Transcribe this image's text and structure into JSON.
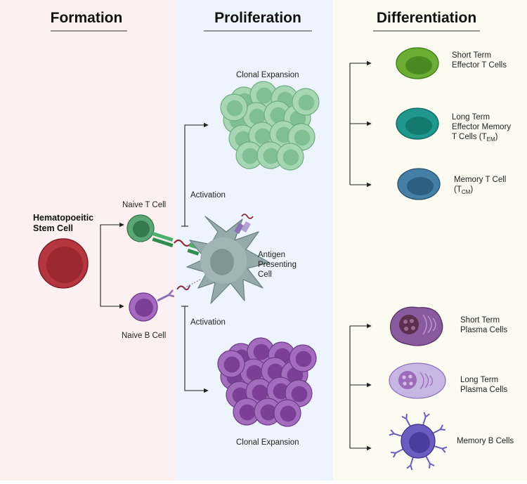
{
  "colors": {
    "formation_bg": "#fdf0f0",
    "proliferation_bg": "#eef4fd",
    "differentiation_bg": "#fbfbf1",
    "t_cell": "#4f9a6a",
    "b_cell": "#9b5cb4",
    "stem_cell": "#b4363f",
    "apc": "#8fa3a3"
  },
  "headers": {
    "formation": "Formation",
    "proliferation": "Proliferation",
    "differentiation": "Differentiation"
  },
  "labels": {
    "stem_cell_line1": "Hematopoeitic",
    "stem_cell_line2": "Stem Cell",
    "naive_t": "Naive T Cell",
    "naive_b": "Naive B Cell",
    "apc_line1": "Antigen",
    "apc_line2": "Presenting",
    "apc_line3": "Cell",
    "activation_top": "Activation",
    "activation_bottom": "Activation",
    "clonal_top": "Clonal Expansion",
    "clonal_bottom": "Clonal Expansion",
    "short_effector_line1": "Short Term",
    "short_effector_line2": "Effector T Cells",
    "long_effector_line1": "Long Term",
    "long_effector_line2": "Effector Memory",
    "long_effector_line3": "T Cells (T",
    "long_effector_sub": "EM",
    "long_effector_close": ")",
    "memory_t_line1": "Memory T Cell",
    "memory_t_line2": "(T",
    "memory_t_sub": "CM",
    "memory_t_close": ")",
    "short_plasma_line1": "Short Term",
    "short_plasma_line2": "Plasma  Cells",
    "long_plasma_line1": "Long Term",
    "long_plasma_line2": "Plasma Cells",
    "memory_b": "Memory B Cells"
  }
}
